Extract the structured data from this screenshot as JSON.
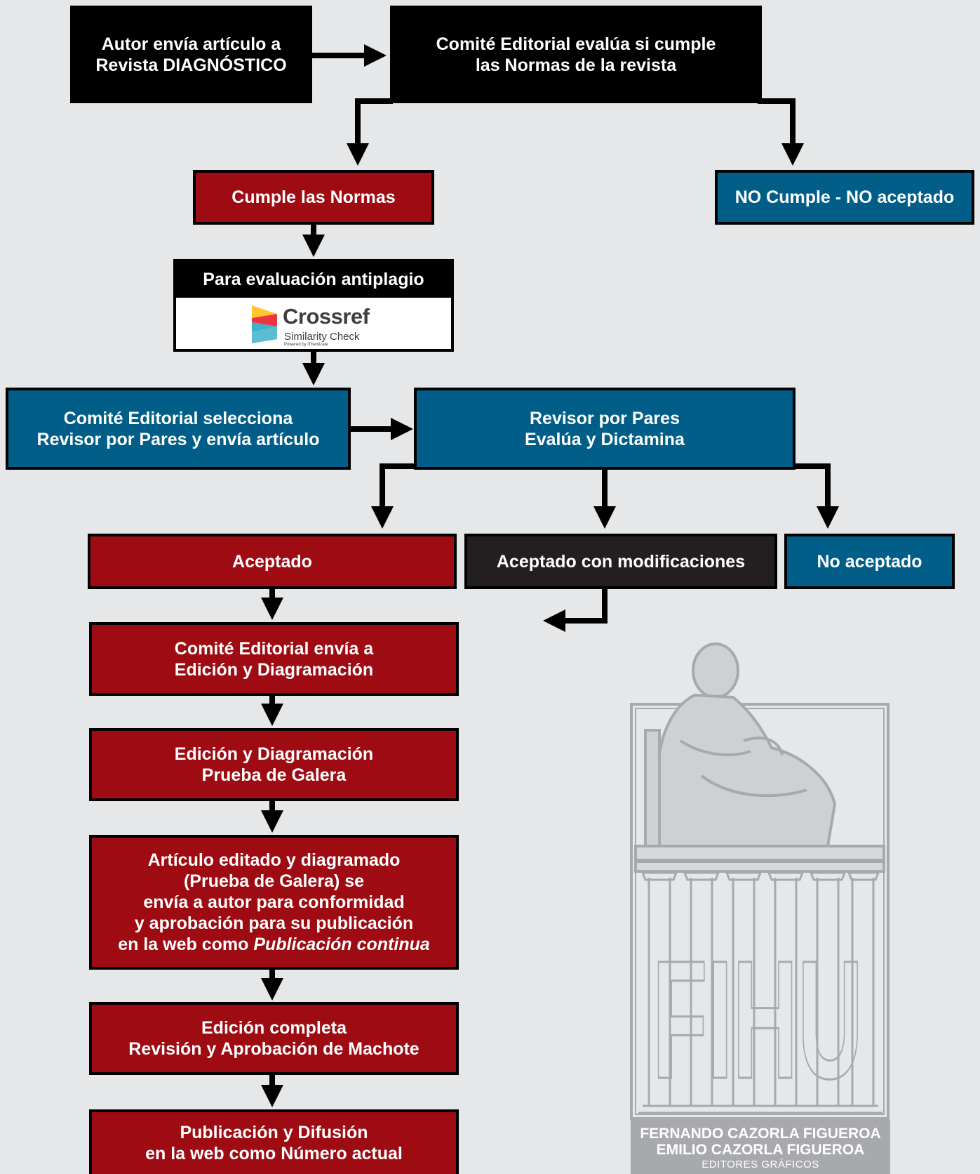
{
  "nodes": {
    "autor_envia": "Autor envía artículo a\nRevista DIAGNÓSTICO",
    "comite_evalua": "Comité Editorial evalúa si cumple\nlas Normas de la revista",
    "cumple": "Cumple las Normas",
    "no_cumple": "NO Cumple - NO aceptado",
    "antiplagio": "Para evaluación antiplagio",
    "comite_selecciona": "Comité Editorial selecciona\nRevisor por Pares y envía artículo",
    "revisor": "Revisor por Pares\nEvalúa y Dictamina",
    "aceptado": "Aceptado",
    "aceptado_mod": "Aceptado con modificaciones",
    "no_aceptado": "No aceptado",
    "comite_envia_edicion": "Comité Editorial envía a\nEdición y Diagramación",
    "edicion_galera": "Edición y Diagramación\nPrueba de Galera",
    "articulo_editado": "Artículo editado y diagramado\n(Prueba de Galera) se\nenvía a autor para conformidad\ny aprobación para su publicación\nen la web como ",
    "articulo_editado_em": "Publicación continua",
    "edicion_completa": "Edición completa\nRevisión y Aprobación de Machote",
    "publicacion": "Publicación y Difusión\nen la web como Número actual"
  },
  "crossref": {
    "name": "Crossref",
    "product": "Similarity Check",
    "powered": "Powered by iThenticate"
  },
  "seal": {
    "letters": "FIHU",
    "line1": "FERNANDO CAZORLA FIGUEROA",
    "line2": "EMILIO CAZORLA FIGUEROA",
    "line3": "EDITORES GRÁFICOS"
  },
  "colors": {
    "background": "#e6e7e8",
    "red": "#9e0b12",
    "blue": "#005e88",
    "black": "#000000",
    "seal_gray": "#a7a9ac"
  }
}
